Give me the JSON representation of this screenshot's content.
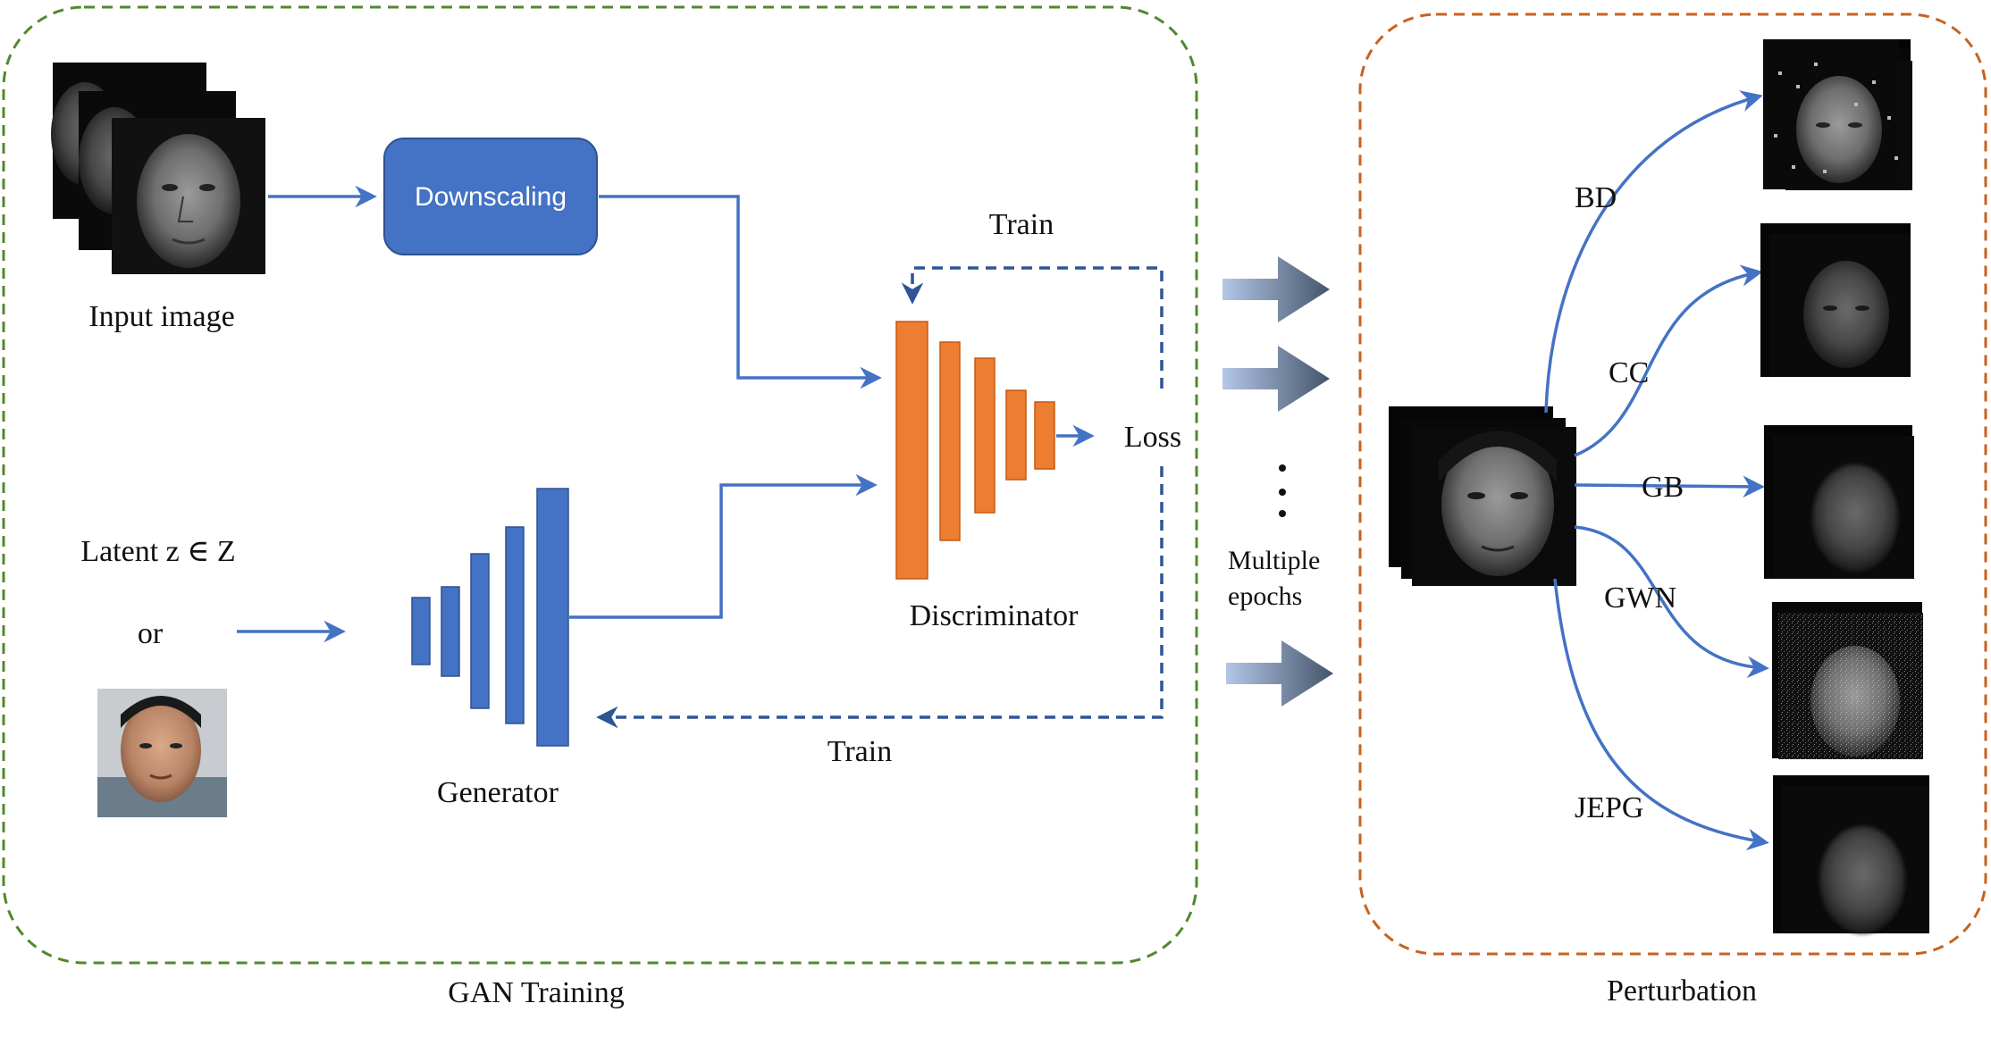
{
  "gan_section": {
    "title": "GAN Training",
    "input_label": "Input image",
    "downscaling_label": "Downscaling",
    "latent_label": "Latent z ∈ Z",
    "or_label": "or",
    "generator_label": "Generator",
    "discriminator_label": "Discriminator",
    "loss_label": "Loss",
    "train_top_label": "Train",
    "train_bottom_label": "Train"
  },
  "middle": {
    "epochs_line1": "Multiple",
    "epochs_line2": "epochs"
  },
  "perturbation_section": {
    "title": "Perturbation",
    "methods": [
      "BD",
      "CC",
      "GB",
      "GWN",
      "JEPG"
    ]
  },
  "colors": {
    "gan_border": "#4f8a2e",
    "perturbation_border": "#c9611f",
    "arrow_blue": "#4472c4",
    "dashed_arrow": "#2f5597",
    "generator_fill": "#4472c4",
    "discriminator_fill": "#ed7d31",
    "downscaling_fill": "#4472c4"
  },
  "icons": [
    "face-image-icon",
    "gradient-arrow-icon"
  ]
}
